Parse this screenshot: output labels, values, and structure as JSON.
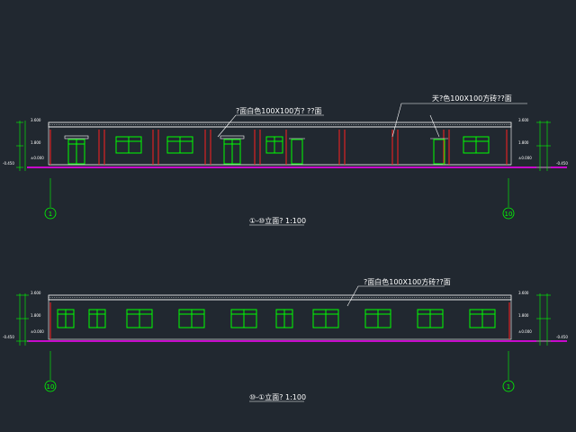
{
  "colors": {
    "background": "#212830",
    "wall_outline": "#ffffff",
    "window": "#00ff00",
    "ground_line": "#ff00ff",
    "column": "#ff2020",
    "grid_bubble": "#00ff00",
    "dimension": "#00ff00",
    "leader": "#ffffff"
  },
  "elevations": [
    {
      "title": "①-⑩立面? 1:100",
      "note_labels": [
        "?面白色100X100方? ??面",
        "天?色100X100方砖??面"
      ],
      "axis_left": "1",
      "axis_right": "10",
      "level_labels": [
        "3.600",
        "1.800",
        "±0.000",
        "-0.450"
      ]
    },
    {
      "title": "⑩-①立面? 1:100",
      "note_labels": [
        "?面白色100X100方砖??面"
      ],
      "axis_left": "10",
      "axis_right": "1",
      "level_labels": [
        "3.600",
        "1.800",
        "±0.000",
        "-0.450"
      ]
    }
  ]
}
